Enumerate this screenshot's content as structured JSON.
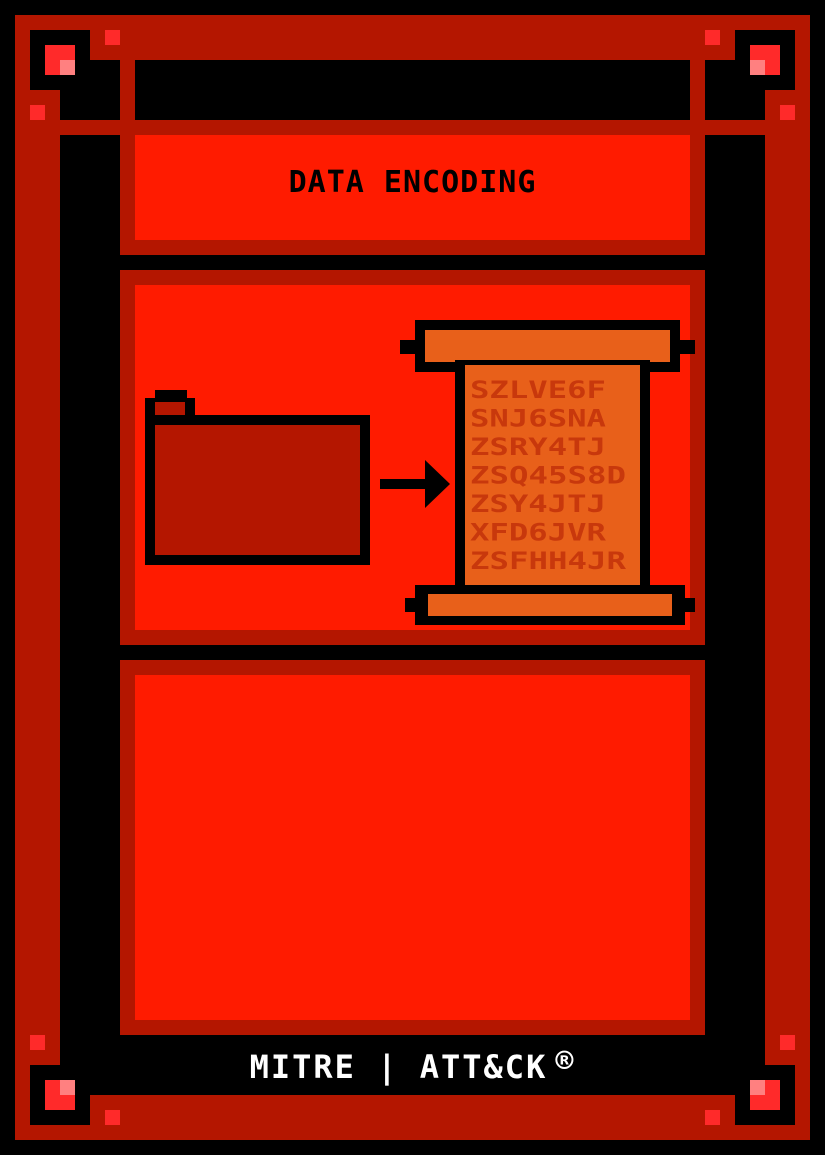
{
  "card": {
    "title": "DATA ENCODING",
    "footer_brand": "MITRE | ATT&CK",
    "footer_mark": "®",
    "scroll_text_lines": [
      "SZLVE6F",
      "SNJ6SNA",
      "ZSRY4TJ",
      "ZSQ45S8D",
      "ZSY4JTJ",
      "XFD6JVR",
      "ZSFHH4JR"
    ]
  },
  "colors": {
    "dark_red": "#b41600",
    "bright_red": "#ff1b00",
    "scroll_orange": "#e8601a",
    "scroll_text": "#c8380c",
    "gem_red": "#ff2a2a",
    "gem_pink": "#ff8080"
  },
  "icons": {
    "corner": "gem-icon",
    "source": "folder-icon",
    "flow": "arrow-right-icon",
    "output": "scroll-icon"
  }
}
